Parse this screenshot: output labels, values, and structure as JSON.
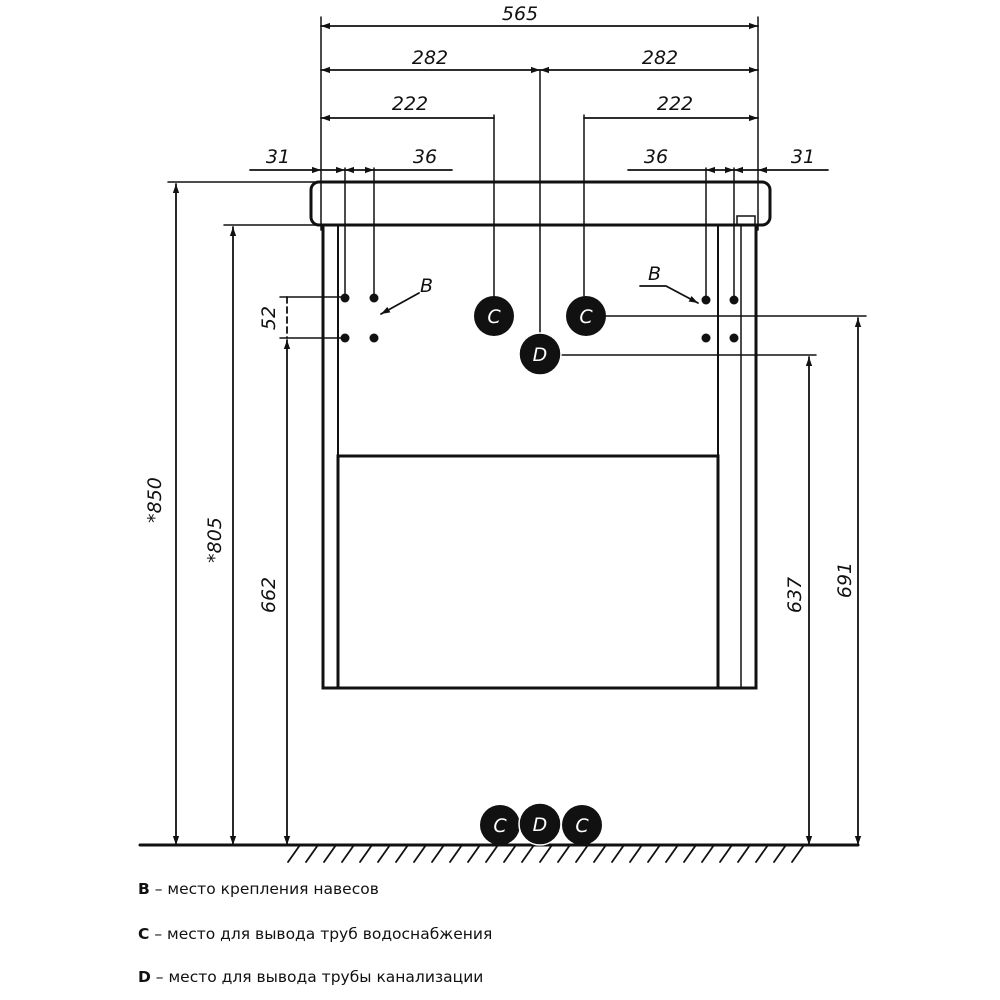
{
  "dimensions": {
    "overall_width": "565",
    "half_left": "282",
    "half_right": "282",
    "offset_left": "222",
    "offset_right": "222",
    "edge_left": "31",
    "gap_left": "36",
    "gap_right": "36",
    "edge_right": "31",
    "spacing": "52",
    "height_total": "*850",
    "height_body": "*805",
    "height_mount_left": "662",
    "height_drain": "637",
    "height_supply": "691"
  },
  "markers": {
    "mount_left": "B",
    "mount_right": "B",
    "supply_left": "C",
    "supply_right": "C",
    "drain": "D",
    "floor_left": "C",
    "floor_center": "D",
    "floor_right": "C"
  },
  "legend": [
    {
      "key": "B",
      "text": " – место крепления навесов"
    },
    {
      "key": "C",
      "text": " – место для вывода труб водоснабжения"
    },
    {
      "key": "D",
      "text": " – место для вывода трубы канализации"
    }
  ]
}
